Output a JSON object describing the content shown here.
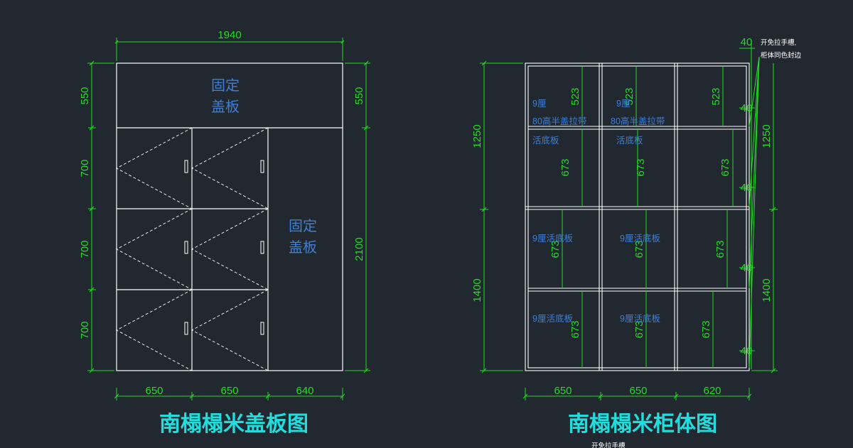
{
  "colors": {
    "background": "#212830",
    "outline": "#ffffff",
    "dimension": "#22dd22",
    "label": "#3f7fd6",
    "title": "#22dddd"
  },
  "left": {
    "title": "南榻榻米盖板图",
    "dim_top": "1940",
    "dim_left": [
      "550",
      "700",
      "700",
      "700"
    ],
    "dim_right": [
      "550",
      "2100"
    ],
    "dim_bottom": [
      "650",
      "650",
      "640"
    ],
    "top_panel": [
      "固定",
      "盖板"
    ],
    "side_panel": [
      "固定",
      "盖板"
    ]
  },
  "right": {
    "title": "南榻榻米柜体图",
    "note": [
      "开免拉手槽,",
      "柜体同色封边"
    ],
    "dim_left": [
      "1250",
      "1400"
    ],
    "dim_right": [
      "1250",
      "1400"
    ],
    "dim_bottom": [
      "650",
      "650",
      "620"
    ],
    "dim_40": [
      "40",
      "40",
      "40",
      "40",
      "40"
    ],
    "inner": [
      "523",
      "523",
      "523",
      "673",
      "673",
      "673",
      "673",
      "673",
      "673",
      "673",
      "673",
      "673"
    ],
    "cell_labels": {
      "c1_line1": "9厘",
      "c1_line2": "80高半盖拉带",
      "c1_line3": "活底板",
      "c2_line1": "9厘",
      "c2_line2": "80高半盖拉带",
      "c2_line3": "活底板",
      "r3a": "9厘活底板",
      "r3b": "9厘活底板",
      "r4a": "9厘活底板",
      "r4b": "9厘活底板"
    },
    "cut_note": "开免拉手槽"
  }
}
